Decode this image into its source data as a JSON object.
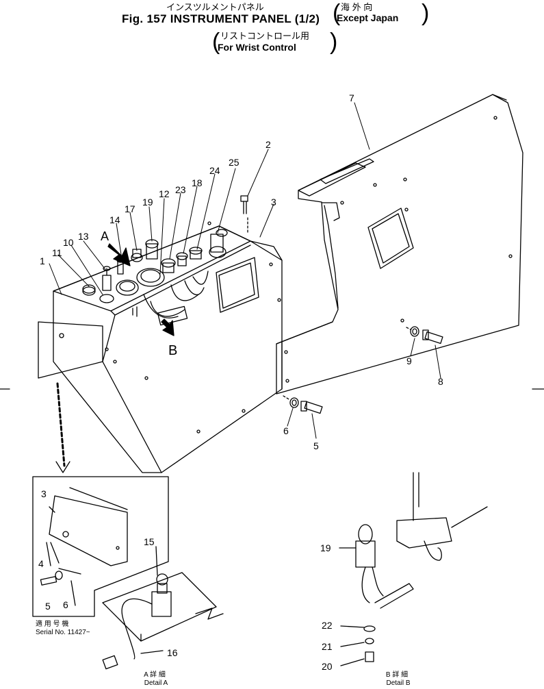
{
  "title": {
    "jp": "インスツルメントパネル",
    "main": "Fig. 157 INSTRUMENT PANEL (1/2)",
    "region_jp": "海 外 向",
    "region_en": "Except Japan",
    "variant_jp": "リストコントロール用",
    "variant_en": "For Wrist Control"
  },
  "callouts": {
    "c1": "1",
    "c2": "2",
    "c3": "3",
    "c4": "4",
    "c5": "5",
    "c6": "6",
    "c7": "7",
    "c8": "8",
    "c9": "9",
    "c10": "10",
    "c11": "11",
    "c12": "12",
    "c13": "13",
    "c14": "14",
    "c15": "15",
    "c16": "16",
    "c17": "17",
    "c18": "18",
    "c19": "19",
    "c20": "20",
    "c21": "21",
    "c22": "22",
    "c23": "23",
    "c24": "24",
    "c25": "25"
  },
  "views": {
    "a": "A",
    "b": "B"
  },
  "detail_a": {
    "jp": "A 詳 細",
    "en": "Detail A"
  },
  "detail_b": {
    "jp": "B 詳 細",
    "en": "Detail B"
  },
  "serial": {
    "jp": "適 用 号 機",
    "en": "Serial No. 11427~"
  }
}
